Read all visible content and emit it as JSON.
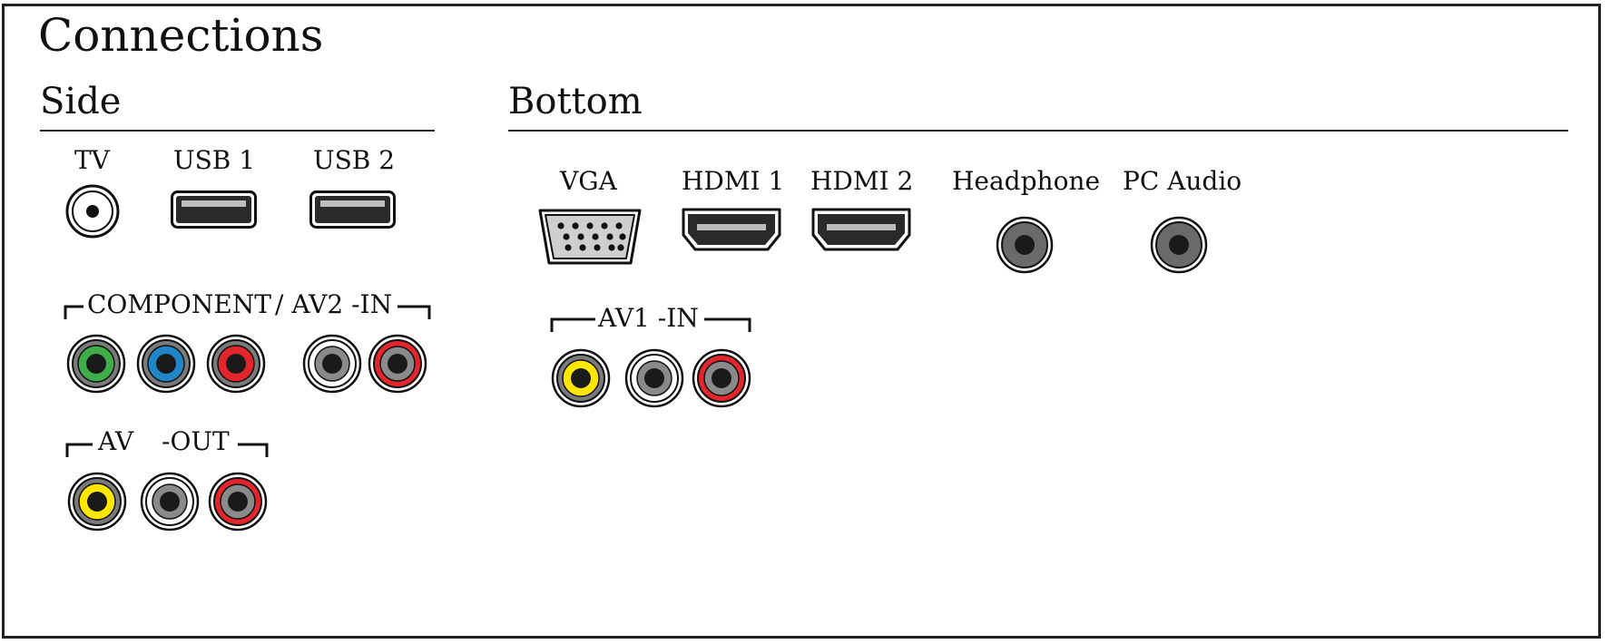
{
  "title": "Connections",
  "sections": {
    "side": "Side",
    "bottom": "Bottom"
  },
  "side_ports": {
    "tv": "TV",
    "usb1": "USB 1",
    "usb2": "USB 2",
    "component": "COMPONENT",
    "av2_in": "/ AV2 -IN",
    "av_out_av": "AV",
    "av_out_out": "-OUT"
  },
  "bottom_ports": {
    "vga": "VGA",
    "hdmi1": "HDMI 1",
    "hdmi2": "HDMI 2",
    "headphone": "Headphone",
    "pc_audio": "PC Audio",
    "av1_in": "AV1 -IN"
  },
  "colors": {
    "green": "#3fae49",
    "blue": "#1f86c8",
    "red": "#e3262b",
    "yellow": "#ffe600",
    "white": "#ffffff",
    "gray": "#6a6a6a"
  }
}
